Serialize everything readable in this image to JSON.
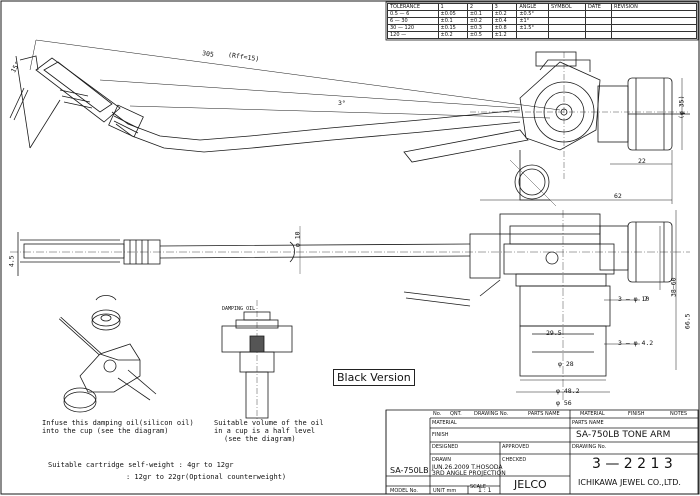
{
  "tolerance_table": {
    "headers": [
      "TOLERANCE",
      "1",
      "2",
      "3",
      "ANGLE",
      "SYMBOL",
      "DATE",
      "REVISION"
    ],
    "rows": [
      {
        "range": "0.5 — 6",
        "t1": "±0.05",
        "t2": "±0.1",
        "t3": "±0.2",
        "angle": "±0.5°"
      },
      {
        "range": "6 — 30",
        "t1": "±0.1",
        "t2": "±0.2",
        "t3": "±0.4",
        "angle": "±1°"
      },
      {
        "range": "30 — 120",
        "t1": "±0.15",
        "t2": "±0.3",
        "t3": "±0.8",
        "angle": "±1.5°"
      },
      {
        "range": "120 —",
        "t1": "±0.2",
        "t2": "±0.5",
        "t3": "±1.2",
        "angle": ""
      }
    ]
  },
  "dimensions": {
    "d_305": "305",
    "d_r15": "(Rff=15)",
    "d_angle3": "3°",
    "d_angle_top": "15°",
    "d_phi35": "(φ 35)",
    "d_22": "22",
    "d_62": "62",
    "d_phi10_side": "φ 10",
    "d_4_5": "4.5",
    "d_3phi10": "3 — φ 10",
    "d_38_60": "38—60",
    "d_66_5": "66.5",
    "d_29_5": "29.5",
    "d_phi28": "φ 28",
    "d_3phi4_2": "3 — φ 4.2",
    "d_phi48_2": "φ 48.2",
    "d_phi56": "φ 56",
    "d_7": "7"
  },
  "damping_label": "DAMPING OIL",
  "notes": {
    "infuse_line1": "Infuse this damping oil(silicon oil)",
    "infuse_line2": "into the cup   (see the diagram)",
    "volume_line1": "Suitable volume of the oil",
    "volume_line2": "in a cup is a half level",
    "volume_line3": "(see the diagram)",
    "weight_line1": "Suitable cartridge self-weight : 4gr to 12gr",
    "weight_line2": ": 12gr to 22gr(Optional counterweight)"
  },
  "black_version": "Black Version",
  "title_block": {
    "headers": [
      "No.",
      "QNT.",
      "DRAWING No.",
      "PARTS NAME",
      "MATERIAL",
      "FINISH",
      "NOTES"
    ],
    "material_label": "MATERIAL",
    "parts_name_label": "PARTS NAME",
    "finish_label": "FINISH",
    "designed_label": "DESIGNED",
    "approved_label": "APPROVED",
    "drawing_no_label": "DRAWING No.",
    "drawn_label": "DRAWN",
    "checked_label": "CHECKED",
    "drawn_value": "JUN.26.2009  T.HOSODA",
    "projection": "3RD ANGLE PROJECTION",
    "parts_name": "SA-750LB     TONE ARM",
    "drawing_no": "3 — 2 2 1 3",
    "model_no_label": "MODEL No.",
    "model_no": "SA-750LB",
    "unit_label": "UNIT mm",
    "scale_label": "SCALE",
    "scale": "1 : 1",
    "brand": "JELCO",
    "company": "ICHIKAWA JEWEL CO.,LTD."
  }
}
